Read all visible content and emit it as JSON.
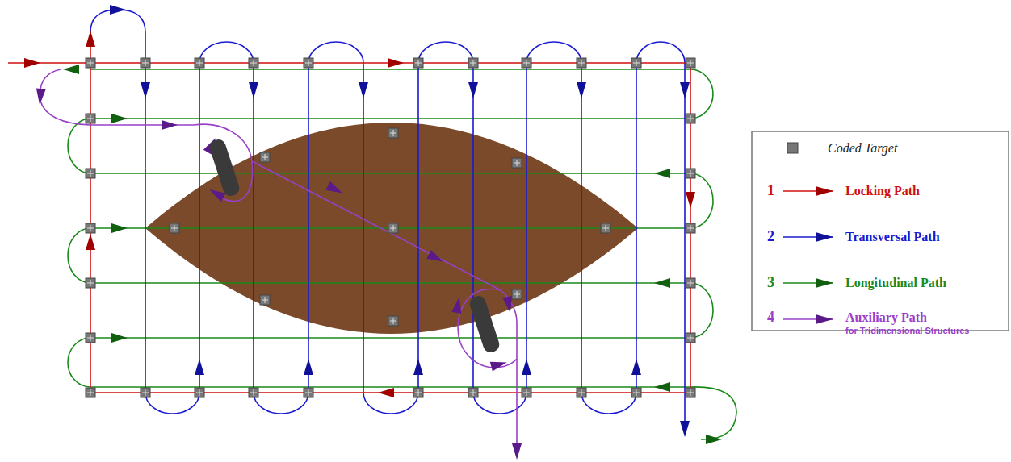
{
  "diagram": {
    "labels": [
      "1",
      "2",
      "3",
      "4",
      "for Tridimensional Structures"
    ],
    "legend": [
      {
        "text": "Coded Target"
      },
      {
        "text": "Locking Path"
      },
      {
        "text": "Transversal Path"
      },
      {
        "text": "Longitudinal Path"
      },
      {
        "text": "Auxiliary Path"
      }
    ]
  }
}
